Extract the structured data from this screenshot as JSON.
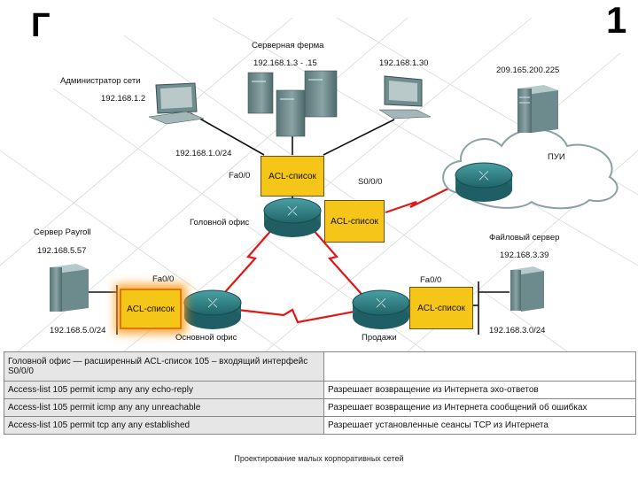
{
  "slide": {
    "title_fragment_left": "Г",
    "title_fragment_right": "1",
    "footer": "Проектирование малых корпоративных сетей"
  },
  "diagram": {
    "admin_label": "Администратор сети",
    "admin_ip": "192.168.1.2",
    "server_farm_label": "Серверная ферма",
    "server_farm_ip": "192.168.1.3 - .15",
    "pc_right_ip": "192.168.1.30",
    "isp_ip": "209.165.200.225",
    "isp_label": "ПУИ",
    "hq_lan": "192.168.1.0/24",
    "hq_fa": "Fa0/0",
    "hq_serial": "S0/0/0",
    "hq_label": "Головной офис",
    "acl_label": "ACL-список",
    "payroll_label": "Сервер Payroll",
    "payroll_ip": "192.168.5.57",
    "branch_fa": "Fa0/0",
    "branch_lan": "192.168.5.0/24",
    "branch_label": "Основной офис",
    "file_server_label": "Файловый сервер",
    "file_server_ip": "192.168.3.39",
    "sales_fa": "Fa0/0",
    "sales_lan": "192.168.3.0/24",
    "sales_label": "Продажи"
  },
  "table": {
    "header": "Головной офис — расширенный ACL-список 105 – входящий интерфейс S0/0/0",
    "rows": [
      {
        "rule": "Access-list 105 permit icmp any any echo-reply",
        "desc": "Разрешает возвращение из Интернета эхо-ответов"
      },
      {
        "rule": "Access-list 105 permit icmp any any unreachable",
        "desc": "Разрешает возвращение из Интернета сообщений об ошибках"
      },
      {
        "rule": "Access-list 105 permit tcp any any established",
        "desc": "Разрешает установленные сеансы TCP из Интернета"
      }
    ]
  },
  "colors": {
    "acl_fill": "#f5c518",
    "wan_link": "#e01818",
    "router": "#2f7f83",
    "device": "#6f8c8e"
  },
  "icons": [
    "router-icon",
    "server-icon",
    "workstation-icon",
    "cloud-icon"
  ]
}
